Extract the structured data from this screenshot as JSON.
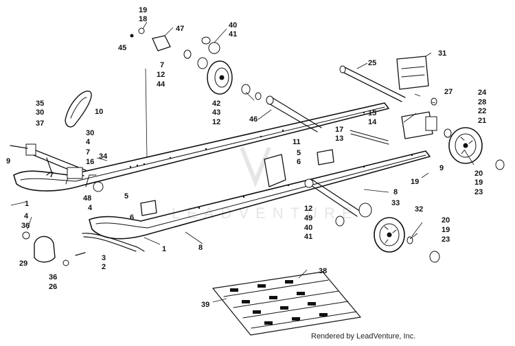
{
  "diagram": {
    "callouts": [
      {
        "id": "c19a",
        "text": "19"
      },
      {
        "id": "c18",
        "text": "18"
      },
      {
        "id": "c47",
        "text": "47"
      },
      {
        "id": "c40a",
        "text": "40"
      },
      {
        "id": "c41a",
        "text": "41"
      },
      {
        "id": "c45",
        "text": "45"
      },
      {
        "id": "c7a",
        "text": "7"
      },
      {
        "id": "c12a",
        "text": "12"
      },
      {
        "id": "c44",
        "text": "44"
      },
      {
        "id": "c31",
        "text": "31"
      },
      {
        "id": "c25",
        "text": "25"
      },
      {
        "id": "c42",
        "text": "42"
      },
      {
        "id": "c43",
        "text": "43"
      },
      {
        "id": "c12b",
        "text": "12"
      },
      {
        "id": "c35",
        "text": "35"
      },
      {
        "id": "c30a",
        "text": "30"
      },
      {
        "id": "c10",
        "text": "10"
      },
      {
        "id": "c27",
        "text": "27"
      },
      {
        "id": "c24",
        "text": "24"
      },
      {
        "id": "c28",
        "text": "28"
      },
      {
        "id": "c22",
        "text": "22"
      },
      {
        "id": "c21",
        "text": "21"
      },
      {
        "id": "c15",
        "text": "15"
      },
      {
        "id": "c14",
        "text": "14"
      },
      {
        "id": "c46",
        "text": "46"
      },
      {
        "id": "c37",
        "text": "37"
      },
      {
        "id": "c30b",
        "text": "30"
      },
      {
        "id": "c4a",
        "text": "4"
      },
      {
        "id": "c7b",
        "text": "7"
      },
      {
        "id": "c16",
        "text": "16"
      },
      {
        "id": "c34",
        "text": "34"
      },
      {
        "id": "c11",
        "text": "11"
      },
      {
        "id": "c17",
        "text": "17"
      },
      {
        "id": "c13",
        "text": "13"
      },
      {
        "id": "c5a",
        "text": "5"
      },
      {
        "id": "c6a",
        "text": "6"
      },
      {
        "id": "c9a",
        "text": "9"
      },
      {
        "id": "c7c",
        "text": "7"
      },
      {
        "id": "c9b",
        "text": "9"
      },
      {
        "id": "c20a",
        "text": "20"
      },
      {
        "id": "c19b",
        "text": "19"
      },
      {
        "id": "c23a",
        "text": "23"
      },
      {
        "id": "c19c",
        "text": "19"
      },
      {
        "id": "c8a",
        "text": "8"
      },
      {
        "id": "c1a",
        "text": "1"
      },
      {
        "id": "c48",
        "text": "48"
      },
      {
        "id": "c5b",
        "text": "5"
      },
      {
        "id": "c4b",
        "text": "4"
      },
      {
        "id": "c6b",
        "text": "6"
      },
      {
        "id": "c12c",
        "text": "12"
      },
      {
        "id": "c49",
        "text": "49"
      },
      {
        "id": "c33",
        "text": "33"
      },
      {
        "id": "c32",
        "text": "32"
      },
      {
        "id": "c4c",
        "text": "4"
      },
      {
        "id": "c36a",
        "text": "36"
      },
      {
        "id": "c40b",
        "text": "40"
      },
      {
        "id": "c41b",
        "text": "41"
      },
      {
        "id": "c20b",
        "text": "20"
      },
      {
        "id": "c19d",
        "text": "19"
      },
      {
        "id": "c23b",
        "text": "23"
      },
      {
        "id": "c8b",
        "text": "8"
      },
      {
        "id": "c1b",
        "text": "1"
      },
      {
        "id": "c3",
        "text": "3"
      },
      {
        "id": "c2",
        "text": "2"
      },
      {
        "id": "c29",
        "text": "29"
      },
      {
        "id": "c36b",
        "text": "36"
      },
      {
        "id": "c26",
        "text": "26"
      },
      {
        "id": "c38",
        "text": "38"
      },
      {
        "id": "c39",
        "text": "39"
      }
    ],
    "watermark": "LEADVENTURE",
    "credit": "Rendered by LeadVenture, Inc."
  }
}
